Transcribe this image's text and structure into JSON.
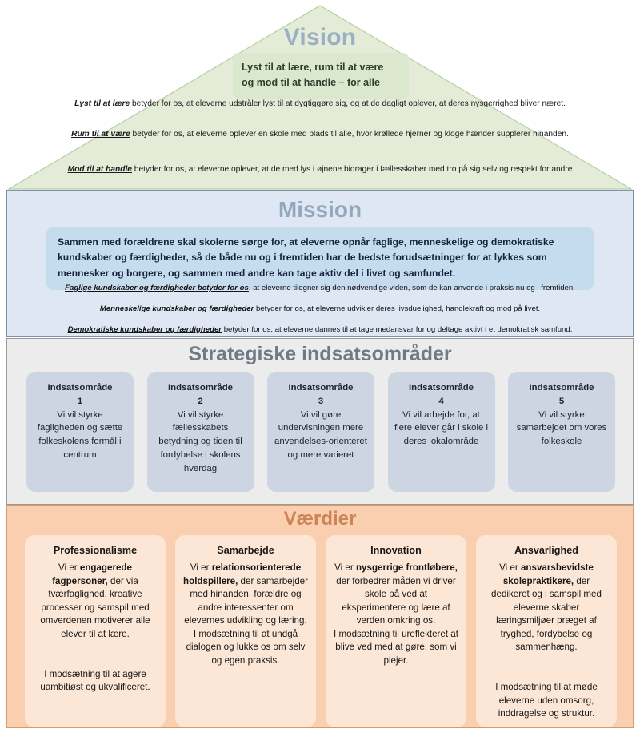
{
  "vision": {
    "title": "Vision",
    "statement_line1": "Lyst til at lære, rum til at være",
    "statement_line2": "og mod til at handle – for alle",
    "paragraphs": [
      {
        "lead": "Lyst til at lære",
        "rest": " betyder for os, at eleverne udstråler lyst til at dygtiggøre sig, og at de dagligt oplever, at deres nysgerrighed bliver næret."
      },
      {
        "lead": "Rum til at være",
        "rest": " betyder for os, at eleverne oplever en skole med plads til alle, hvor krøllede hjerner og kloge hænder supplerer hinanden."
      },
      {
        "lead": "Mod til at handle",
        "rest": " betyder for os, at eleverne oplever, at de med lys i øjnene bidrager i fællesskaber med tro på sig selv og respekt for andre"
      }
    ]
  },
  "mission": {
    "title": "Mission",
    "statement": "Sammen med forældrene skal skolerne sørge for, at eleverne opnår faglige, menneskelige og demokratiske kundskaber og færdigheder, så de både nu og i fremtiden har de bedste forudsætninger for at lykkes som mennesker og borgere, og sammen med andre kan tage aktiv del i livet og samfundet.",
    "paragraphs": [
      {
        "lead": "Faglige kundskaber og færdigheder betyder for os",
        "rest": ", at eleverne tilegner sig den nødvendige viden, som de kan anvende i praksis nu og i fremtiden."
      },
      {
        "lead": "Menneskelige kundskaber og færdigheder",
        "rest": " betyder for os, at eleverne udvikler deres livsduelighed, handlekraft og mod på livet."
      },
      {
        "lead": "Demokratiske kundskaber og færdigheder",
        "rest": " betyder for os, at eleverne dannes til at tage medansvar for og deltage aktivt i et demokratisk samfund."
      }
    ]
  },
  "strategy": {
    "title": "Strategiske indsatsområder",
    "cards": [
      {
        "heading": "Indsatsområde",
        "number": "1",
        "body": "Vi vil styrke fagligheden og sætte folkeskolens formål i centrum"
      },
      {
        "heading": "Indsatsområde",
        "number": "2",
        "body": "Vi vil styrke fællesskabets betydning og tiden til fordybelse i skolens hverdag"
      },
      {
        "heading": "Indsatsområde",
        "number": "3",
        "body": "Vi vil gøre undervisningen mere anvendelses-orienteret og mere varieret"
      },
      {
        "heading": "Indsatsområde",
        "number": "4",
        "body": "Vi vil arbejde for, at flere elever går i skole i deres lokalområde"
      },
      {
        "heading": "Indsatsområde",
        "number": "5",
        "body": "Vi vil styrke samarbejdet om vores folkeskole"
      }
    ]
  },
  "values": {
    "title": "Værdier",
    "cards": [
      {
        "title": "Professionalisme",
        "intro": "Vi er ",
        "strong": "engagerede fagpersoner,",
        "body": " der via tværfaglighed, kreative processer og samspil med omverdenen motiverer alle elever til at lære.",
        "contrast": "I modsætning til at agere uambitiøst og ukvalificeret."
      },
      {
        "title": "Samarbejde",
        "intro": "Vi er ",
        "strong": "relationsorienterede holdspillere,",
        "body": " der samarbejder med hinanden, forældre og andre interessenter om elevernes udvikling og læring.",
        "contrast": "I modsætning til at undgå dialogen og lukke os om selv og egen praksis."
      },
      {
        "title": "Innovation",
        "intro": "Vi er ",
        "strong": "nysgerrige frontløbere,",
        "body": " der forbedrer måden vi driver skole på ved at eksperimentere og lære af verden omkring os.",
        "contrast": "I modsætning til ureflekteret at blive ved med at gøre, som vi plejer."
      },
      {
        "title": "Ansvarlighed",
        "intro": "Vi er ",
        "strong": "ansvarsbevidste skolepraktikere,",
        "body": " der dedikeret og i samspil med eleverne skaber læringsmiljøer præget af tryghed, fordybelse og sammenhæng.",
        "contrast": "I modsætning til at møde eleverne uden omsorg, inddragelse og struktur."
      }
    ]
  },
  "colors": {
    "vision_fill": "#e4ecd8",
    "vision_title": "#9aafc4",
    "vision_box": "#dce8cd",
    "mission_fill": "#dee7f3",
    "mission_box": "#c5dbee",
    "mission_title": "#93a7bd",
    "strategy_fill": "#ececec",
    "strategy_card": "#ccd5e1",
    "strategy_title": "#6f7a86",
    "values_fill": "#f9cfb0",
    "values_card": "#fce7d6",
    "values_title": "#cc8458"
  }
}
